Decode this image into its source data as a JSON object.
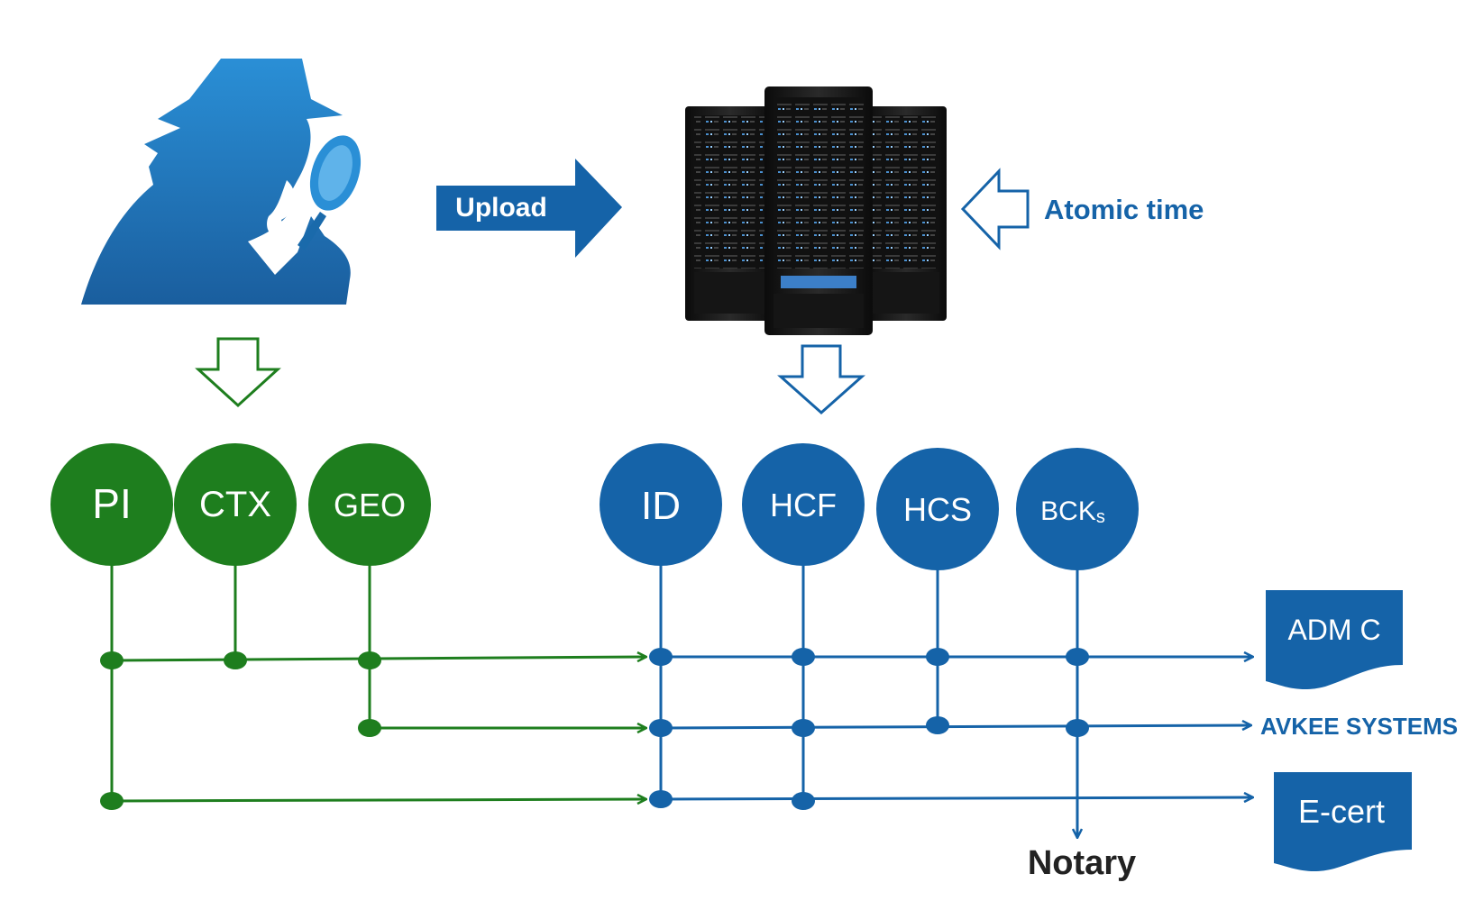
{
  "upload": {
    "label": "Upload"
  },
  "atomic_time": {
    "label": "Atomic time"
  },
  "green_nodes": [
    {
      "label": "PI"
    },
    {
      "label": "CTX"
    },
    {
      "label": "GEO"
    }
  ],
  "blue_nodes": [
    {
      "label": "ID"
    },
    {
      "label": "HCF"
    },
    {
      "label": "HCS"
    },
    {
      "label": "BCK",
      "sub": "s"
    }
  ],
  "outputs": {
    "adm": "ADM C",
    "avkee": "AVKEE SYSTEMS",
    "ecert": "E-cert",
    "notary": "Notary"
  },
  "icons": {
    "detective": "detective-silhouette-icon",
    "servers": "server-rack-icon"
  },
  "colors": {
    "green": "#1e7e1e",
    "blue": "#1563a8",
    "icon_blue": "#2a7fc4",
    "dark_text": "#222222",
    "white": "#ffffff"
  }
}
